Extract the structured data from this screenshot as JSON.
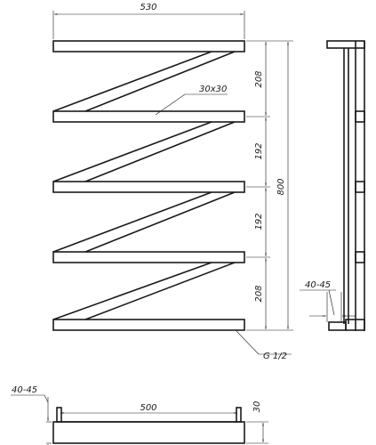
{
  "dimensions": {
    "overall_width": "530",
    "overall_height": "800",
    "gap_top": "208",
    "gap_upper_mid": "192",
    "gap_lower_mid": "192",
    "gap_bottom": "208",
    "profile": "30x30",
    "connection": "G 1/2",
    "wall_offset_side": "40-45",
    "wall_offset_bottom": "40-45",
    "center_distance": "500",
    "bottom_height": "30"
  }
}
